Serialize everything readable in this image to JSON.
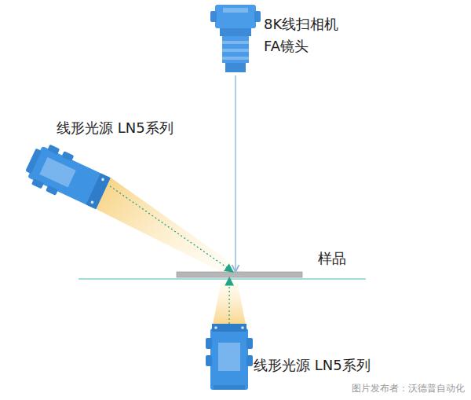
{
  "diagram": {
    "nodes": [
      {
        "text": [
          "8K线扫相机",
          "FA镜头"
        ]
      },
      {
        "text": [
          "线形光源 LN5系列"
        ]
      },
      {
        "text": [
          "样品"
        ]
      },
      {
        "text": [
          "线形光源 LN5系列"
        ]
      }
    ],
    "edges": [
      {
        "from": 0,
        "to": 2,
        "arrow": "to"
      },
      {
        "from": 1,
        "to": 2,
        "arrow": "to"
      },
      {
        "from": 3,
        "to": 2,
        "arrow": "to"
      }
    ],
    "labels": [
      "图片发布者：沃德普自动化"
    ]
  }
}
